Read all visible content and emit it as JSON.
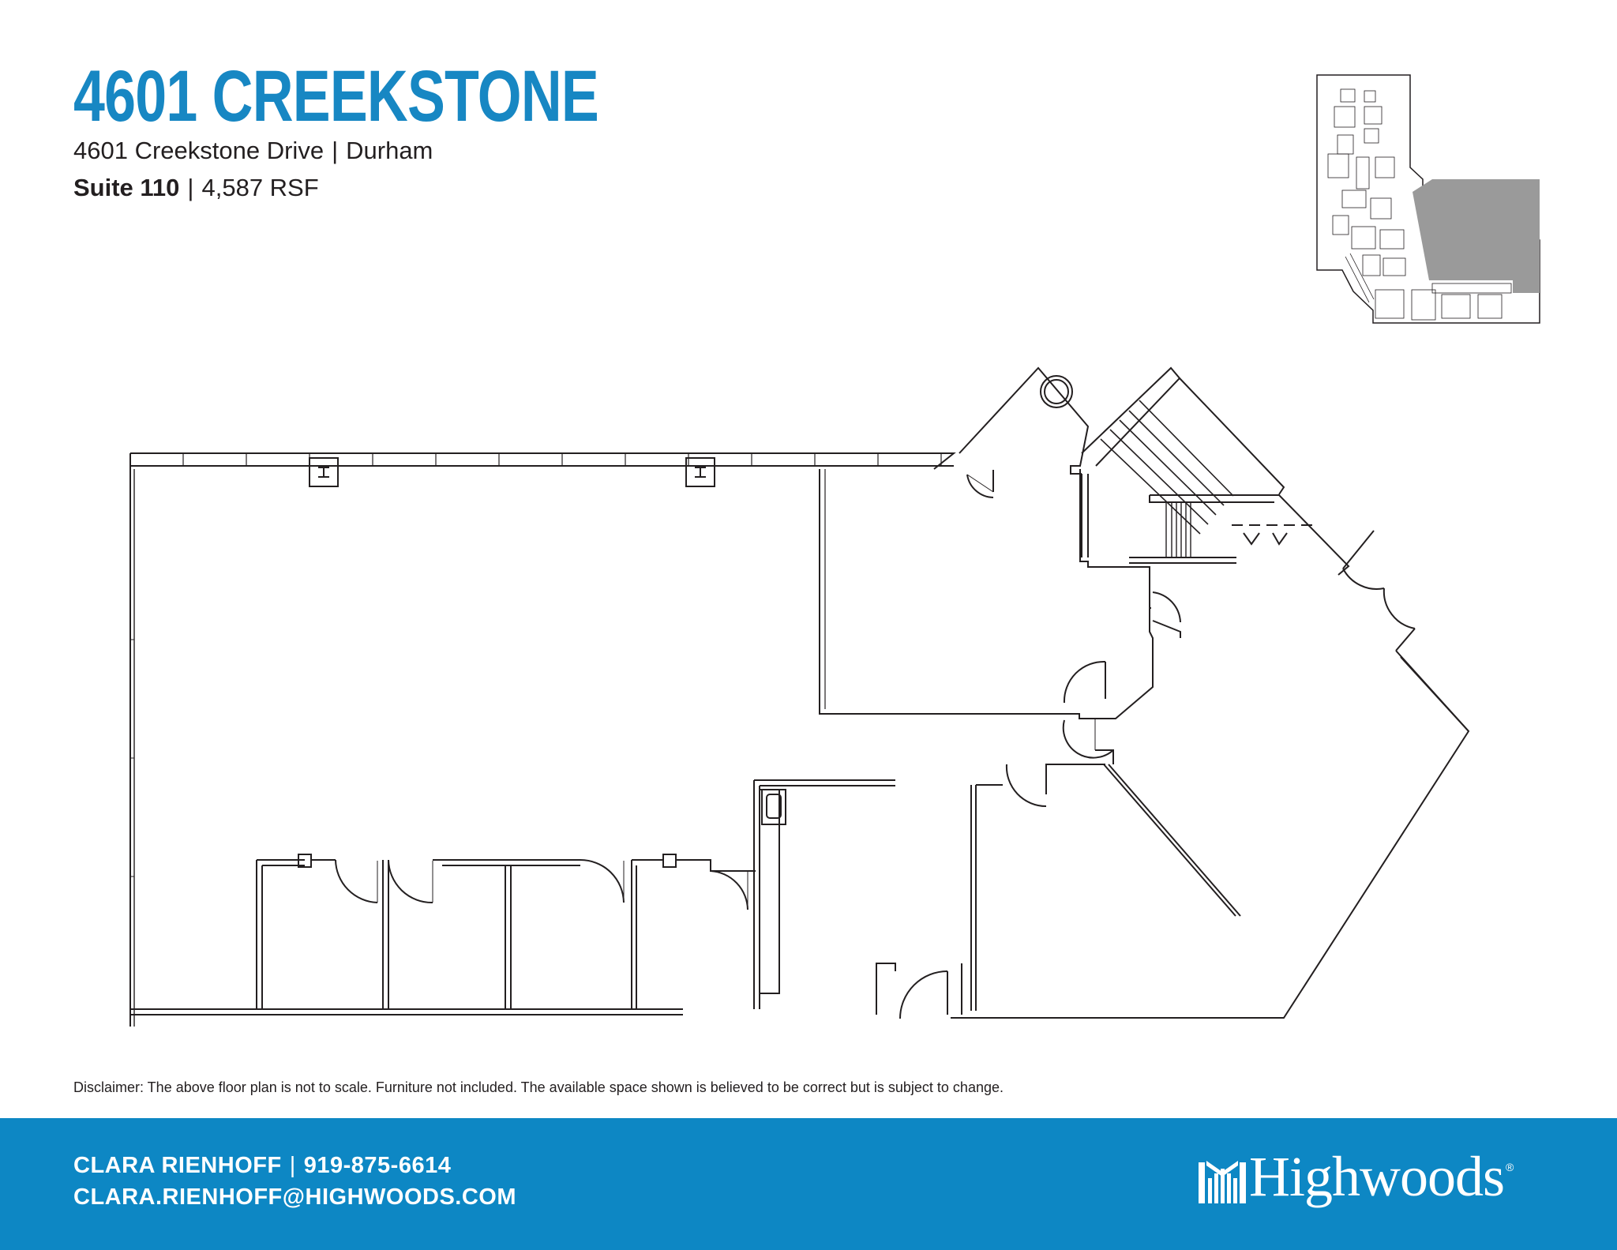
{
  "header": {
    "title": "4601 CREEKSTONE",
    "address": "4601 Creekstone Drive",
    "city": "Durham",
    "suite": "Suite 110",
    "area": "4,587 RSF",
    "separator": "|"
  },
  "disclaimer": "Disclaimer: The above floor plan is not to scale. Furniture not included. The available space shown is believed to be correct but is subject to change.",
  "footer": {
    "contact_name": "CLARA RIENHOFF",
    "contact_phone": "919-875-6614",
    "contact_email": "CLARA.RIENHOFF@HIGHWOODS.COM",
    "logo_text": "Highwoods",
    "logo_mark": "®"
  },
  "colors": {
    "brand_blue": "#0d87c4",
    "title_blue": "#1787c3",
    "highlight_gray": "#9a9a9a",
    "text": "#231f20"
  },
  "icons": [
    "highwoods-logo-icon",
    "sink-icon",
    "column-icon",
    "door-swing-icon"
  ]
}
